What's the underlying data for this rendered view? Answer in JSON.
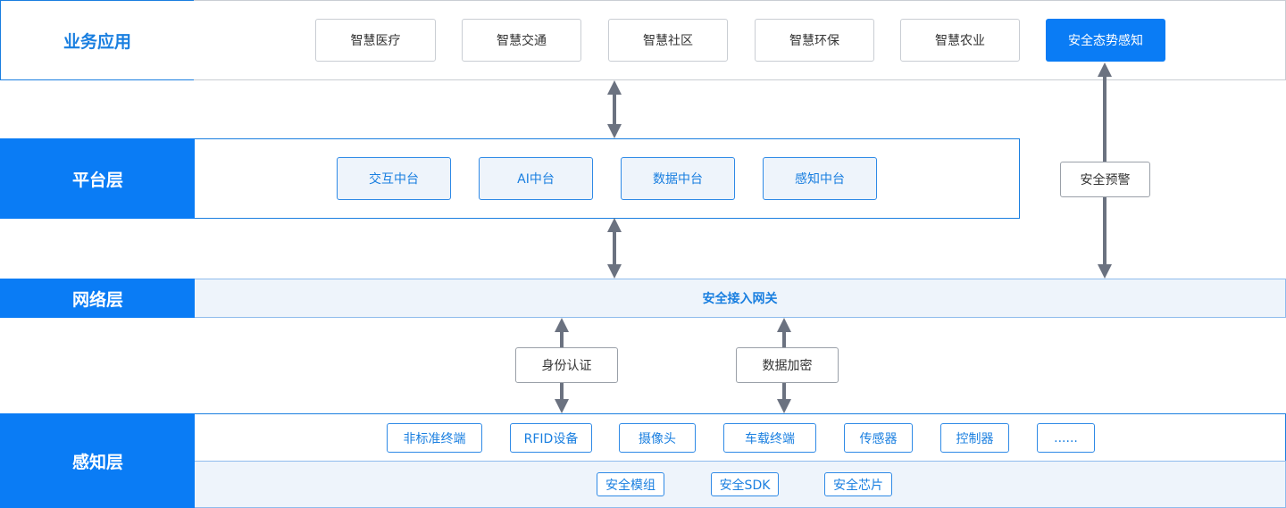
{
  "layers": {
    "business": {
      "label": "业务应用",
      "apps": [
        "智慧医疗",
        "智慧交通",
        "智慧社区",
        "智慧环保",
        "智慧农业",
        "安全态势感知"
      ]
    },
    "platform": {
      "label": "平台层",
      "items": [
        "交互中台",
        "AI中台",
        "数据中台",
        "感知中台"
      ]
    },
    "network": {
      "label": "网络层",
      "gateway": "安全接入网关"
    },
    "perception": {
      "label": "感知层",
      "devices": [
        "非标准终端",
        "RFID设备",
        "摄像头",
        "车载终端",
        "传感器",
        "控制器",
        "......"
      ],
      "security": [
        "安全模组",
        "安全SDK",
        "安全芯片"
      ]
    }
  },
  "connectors": {
    "warning": "安全预警",
    "auth": "身份认证",
    "encryption": "数据加密"
  },
  "colors": {
    "accent": "#0a7cf5",
    "arrow": "#6b7280",
    "panel_light": "#eef4fb"
  }
}
